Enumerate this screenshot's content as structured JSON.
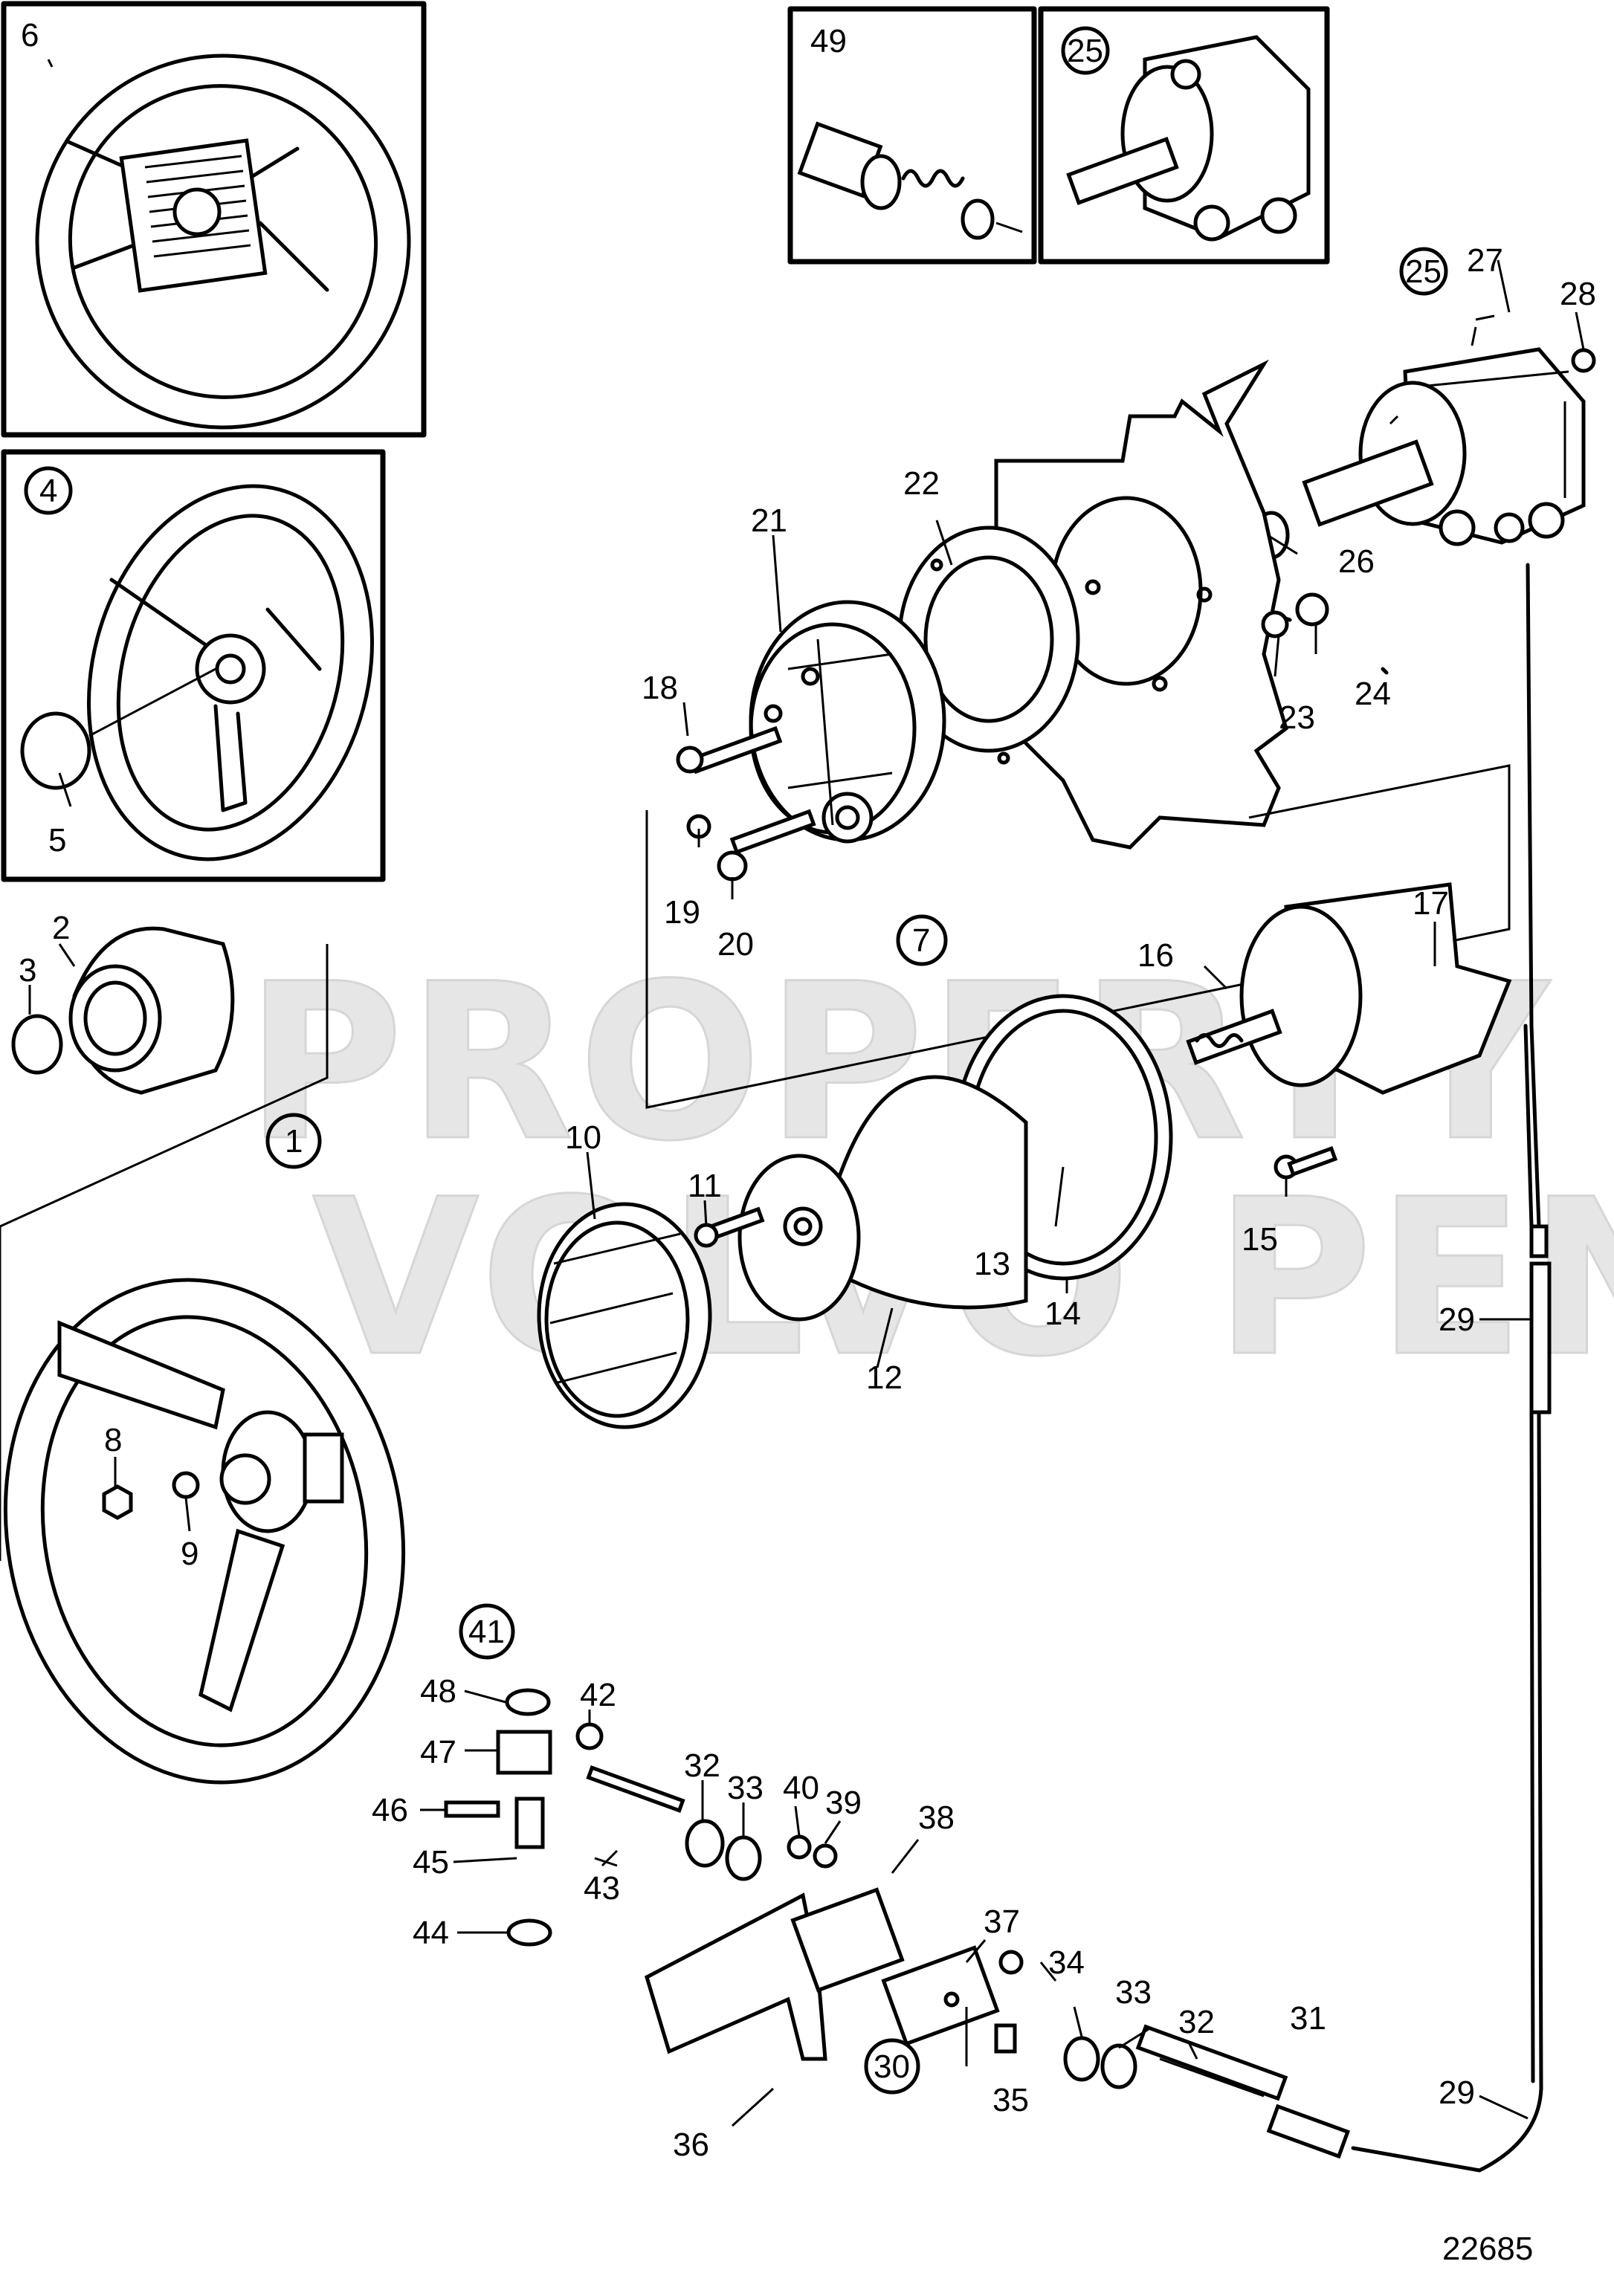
{
  "diagram_number": "22685",
  "watermark": {
    "line1": "PROPERTY OF",
    "line2": "VOLVO PENTA"
  },
  "inset_labels": {
    "steering_wheel_variant_a": "6",
    "steering_wheel_variant_b": "4",
    "valve_kit": "49",
    "helm_unit_detail": "25"
  },
  "group_labels": {
    "steering_wheel": "1",
    "helm_cover_kit": "7",
    "helm_unit": "25",
    "cable_connection_kit": "41",
    "mounting_kit": "30"
  },
  "part_labels": [
    "2",
    "3",
    "5",
    "8",
    "9",
    "10",
    "11",
    "12",
    "13",
    "14",
    "15",
    "16",
    "17",
    "18",
    "19",
    "20",
    "21",
    "22",
    "23",
    "24",
    "26",
    "27",
    "28",
    "29",
    "29",
    "31",
    "32",
    "32",
    "33",
    "33",
    "34",
    "35",
    "36",
    "37",
    "38",
    "39",
    "40",
    "42",
    "43",
    "44",
    "45",
    "46",
    "47",
    "48"
  ]
}
